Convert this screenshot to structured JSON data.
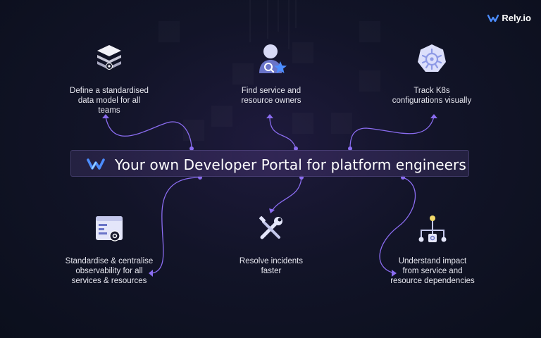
{
  "brand": {
    "name": "Rely.io",
    "icon": "rely-logo-icon"
  },
  "banner": {
    "title": "Your own Developer Portal for platform engineers",
    "icon": "rely-logo-icon"
  },
  "features": [
    {
      "label": "Define a standardised data model for all teams",
      "icon": "layers-stack-icon"
    },
    {
      "label": "Find service and resource owners",
      "icon": "user-search-icon"
    },
    {
      "label": "Track K8s configurations visually",
      "icon": "kubernetes-icon"
    },
    {
      "label": "Standardise & centralise observability for all services & resources",
      "icon": "dashboard-window-icon"
    },
    {
      "label": "Resolve incidents faster",
      "icon": "tools-icon"
    },
    {
      "label": "Understand impact from service and resource dependencies",
      "icon": "dependency-tree-icon"
    }
  ],
  "colors": {
    "accent": "#7c5cff",
    "line": "#8a6cf0",
    "logo_blue": "#4c8dff",
    "text": "#e6e6ee"
  }
}
